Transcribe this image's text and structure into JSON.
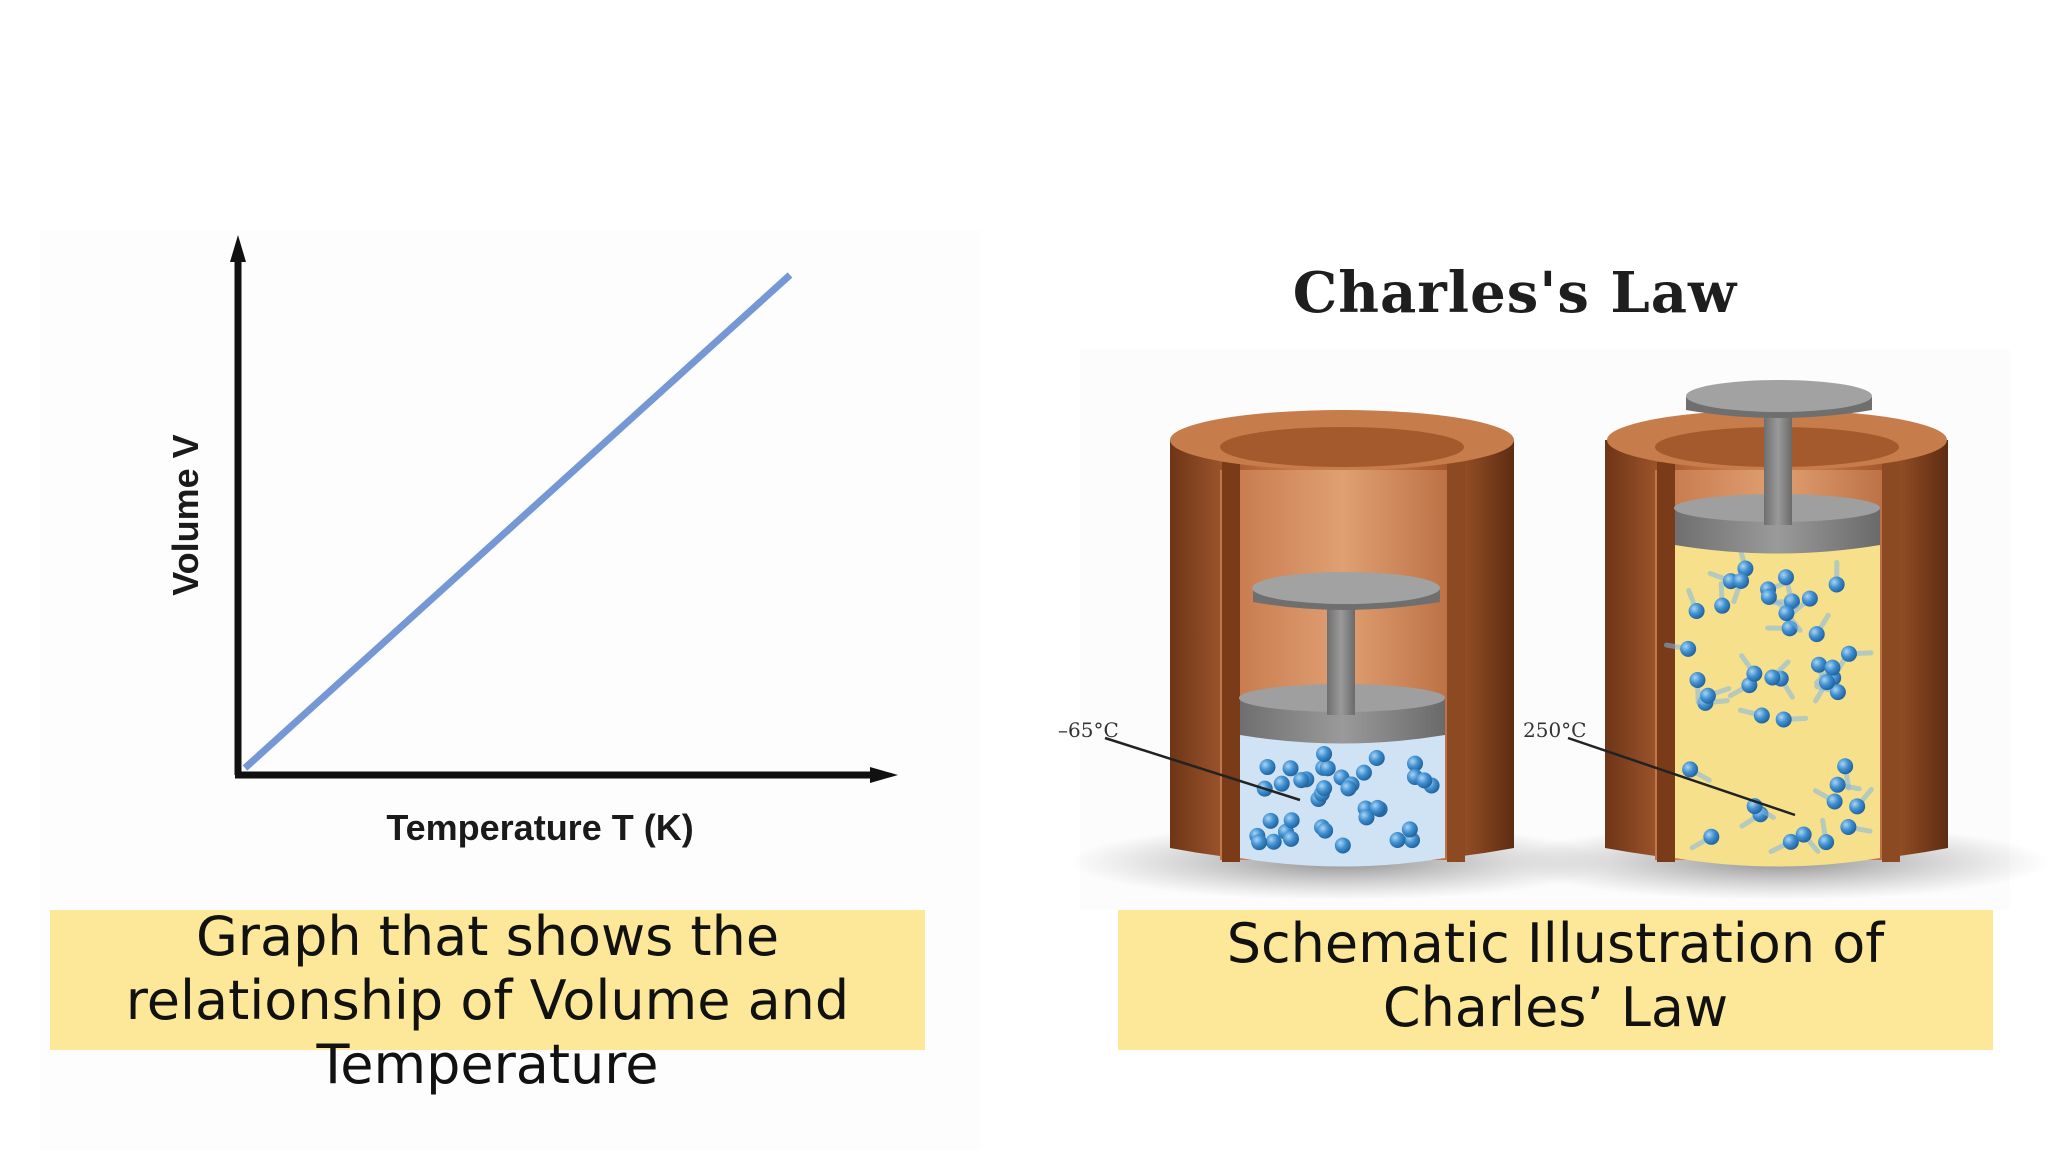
{
  "graph": {
    "y_axis_label": "Volume V",
    "x_axis_label": "Temperature T (K)",
    "line_color": "#7597d3"
  },
  "chart_data": {
    "type": "line",
    "xlabel": "Temperature T (K)",
    "ylabel": "Volume V",
    "series": [
      {
        "values": [
          [
            0,
            0
          ],
          [
            1,
            1
          ]
        ]
      }
    ],
    "note_relationship": "linear, directly proportional"
  },
  "illustration": {
    "title": "Charles's Law",
    "cold_temperature": "–65°C",
    "hot_temperature": "250°C",
    "cold_fill_color": "#cfe3f5",
    "hot_fill_color": "#f6e08c",
    "cylinder_color": "#b8683a",
    "piston_color": "#8c8c8c",
    "molecule_color": "#3f8fd0"
  },
  "captions": {
    "left": [
      "Graph that shows the",
      "relationship of Volume and",
      "Temperature"
    ],
    "right": [
      "Schematic Illustration of",
      "Charles’ Law"
    ]
  },
  "colors": {
    "caption_background": "#fde89a"
  }
}
